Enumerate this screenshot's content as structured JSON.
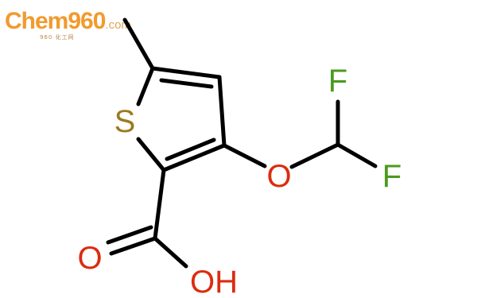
{
  "watermark": {
    "brand": "Chem960",
    "domain": ".com",
    "subtitle": "960 化工网"
  },
  "atoms": {
    "S": {
      "label": "S",
      "color": "#9a7a1e"
    },
    "O_ether": {
      "label": "O",
      "color": "#dd2b0e"
    },
    "F1": {
      "label": "F",
      "color": "#4b9a1e"
    },
    "F2": {
      "label": "F",
      "color": "#4b9a1e"
    },
    "O_carbonyl": {
      "label": "O",
      "color": "#dd2b0e"
    },
    "OH": {
      "label": "OH",
      "color": "#dd2b0e"
    }
  },
  "colors": {
    "bond": "#000000",
    "sulfur": "#9a7a1e",
    "oxygen": "#dd2b0e",
    "fluorine": "#4b9a1e",
    "watermark": "#f29a2e"
  }
}
